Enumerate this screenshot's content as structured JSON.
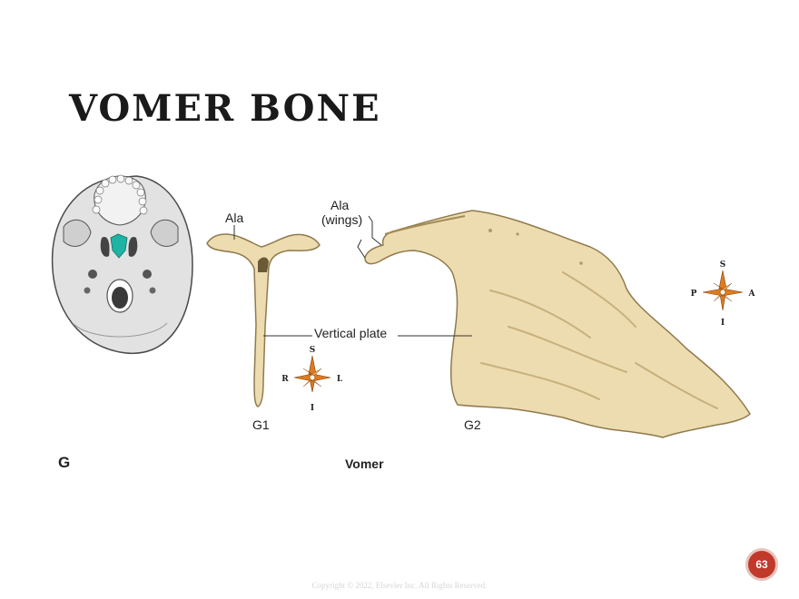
{
  "slide": {
    "title": "VOMER BONE",
    "panel_letter": "G",
    "caption": "Vomer",
    "copyright": "Copyright © 2022, Elsevier Inc. All Rights Reserved.",
    "page_number": "63"
  },
  "labels": {
    "ala": "Ala",
    "ala_wings_line1": "Ala",
    "ala_wings_line2": "(wings)",
    "vertical_plate": "Vertical plate",
    "g1": "G1",
    "g2": "G2"
  },
  "compass_g1": {
    "top": "S",
    "bottom": "I",
    "left": "R",
    "right": "L"
  },
  "compass_g2": {
    "top": "S",
    "bottom": "I",
    "left": "P",
    "right": "A"
  },
  "colors": {
    "bone_fill": "#eddcb0",
    "bone_stroke": "#8f7a4c",
    "skull_fill": "#e4e4e4",
    "vomer_highlight": "#1fb3a4",
    "compass_orange": "#e07a1f",
    "badge": "#c0392b"
  }
}
